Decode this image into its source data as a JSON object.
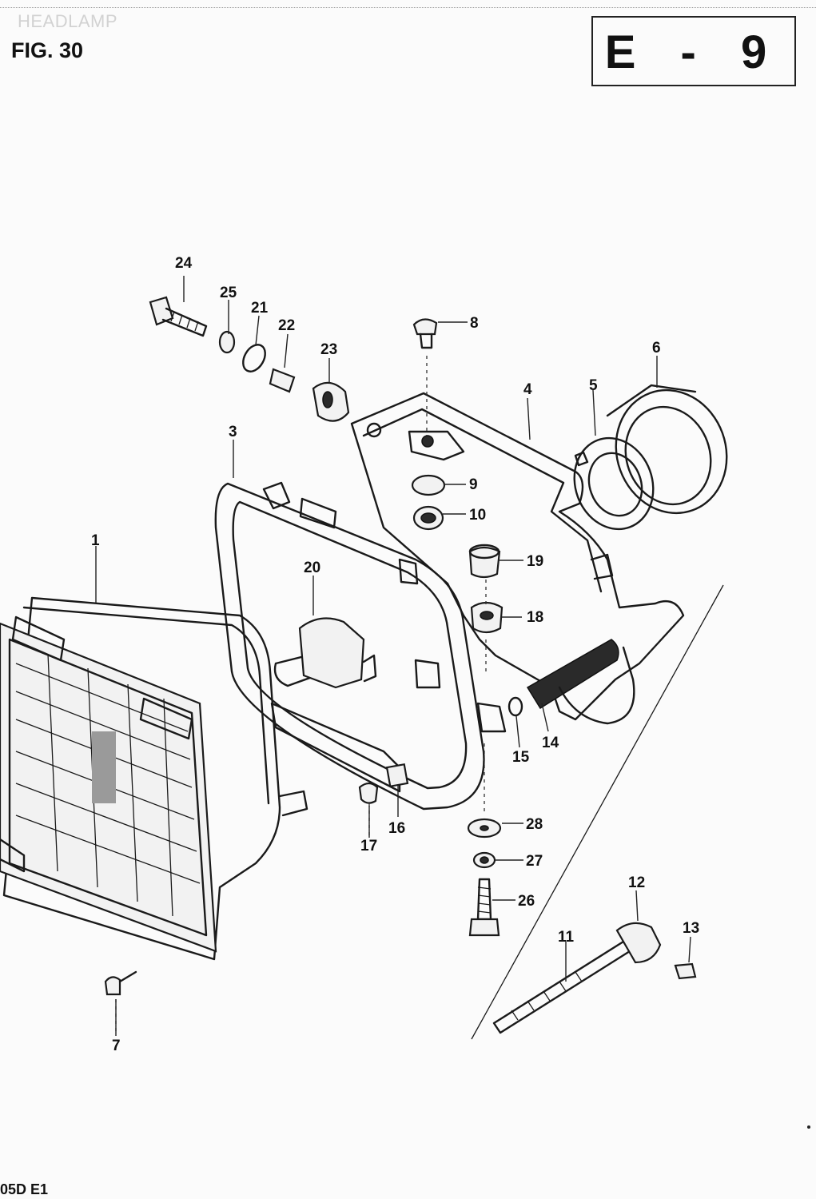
{
  "header": {
    "faint_title": "HEADLAMP",
    "figure": "FIG. 30",
    "section": "E - 9"
  },
  "footer": {
    "code": "05D E1"
  },
  "callouts": {
    "p1": "1",
    "p3": "3",
    "p4": "4",
    "p5": "5",
    "p6": "6",
    "p7": "7",
    "p8": "8",
    "p9": "9",
    "p10": "10",
    "p11": "11",
    "p12": "12",
    "p13": "13",
    "p14": "14",
    "p15": "15",
    "p16": "16",
    "p17": "17",
    "p18": "18",
    "p19": "19",
    "p20": "20",
    "p21": "21",
    "p22": "22",
    "p23": "23",
    "p24": "24",
    "p25": "25",
    "p26": "26",
    "p27": "27",
    "p28": "28"
  }
}
